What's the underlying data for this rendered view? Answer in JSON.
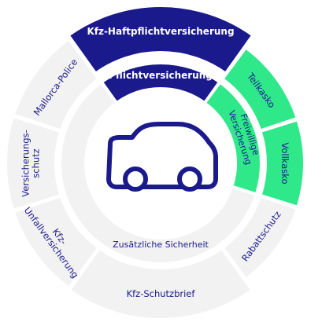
{
  "colors": {
    "navy": "#1a1a8c",
    "green": "#2ee889",
    "light_gray": "#f2f2f2",
    "white": "#ffffff",
    "text_navy": "#1a1a8c"
  },
  "icon": "car-icon",
  "outer_ring": [
    {
      "id": "kfz-haftpflicht",
      "label": "Kfz-Haftpflichtversicherung",
      "fill": "navy"
    },
    {
      "id": "teilkasko",
      "label": "Teilkasko",
      "fill": "green"
    },
    {
      "id": "vollkasko",
      "label": "Vollkasko",
      "fill": "green"
    },
    {
      "id": "rabattschutz",
      "label": "Rabattschutz",
      "fill": "light_gray"
    },
    {
      "id": "kfz-schutzbrief",
      "label": "Kfz-Schutzbrief",
      "fill": "light_gray"
    },
    {
      "id": "kfz-unfallversicherung",
      "label_lines": [
        "Kfz-",
        "Unfallversicherung"
      ],
      "fill": "light_gray"
    },
    {
      "id": "versicherungsschutz",
      "label_lines": [
        "Versicherungs-",
        "schutz"
      ],
      "fill": "light_gray"
    },
    {
      "id": "mallorca-police",
      "label": "Mallorca-Police",
      "fill": "light_gray"
    }
  ],
  "inner_ring": [
    {
      "id": "pflichtversicherung",
      "label": "Pflichtversicherung",
      "fill": "navy"
    },
    {
      "id": "freiwillige-versicherung",
      "label_lines": [
        "Freiwillige",
        "Versicherung"
      ],
      "fill": "green"
    },
    {
      "id": "zusaetzliche-sicherheit",
      "label": "Zusätzliche Sicherheit",
      "fill": "light_gray"
    }
  ]
}
